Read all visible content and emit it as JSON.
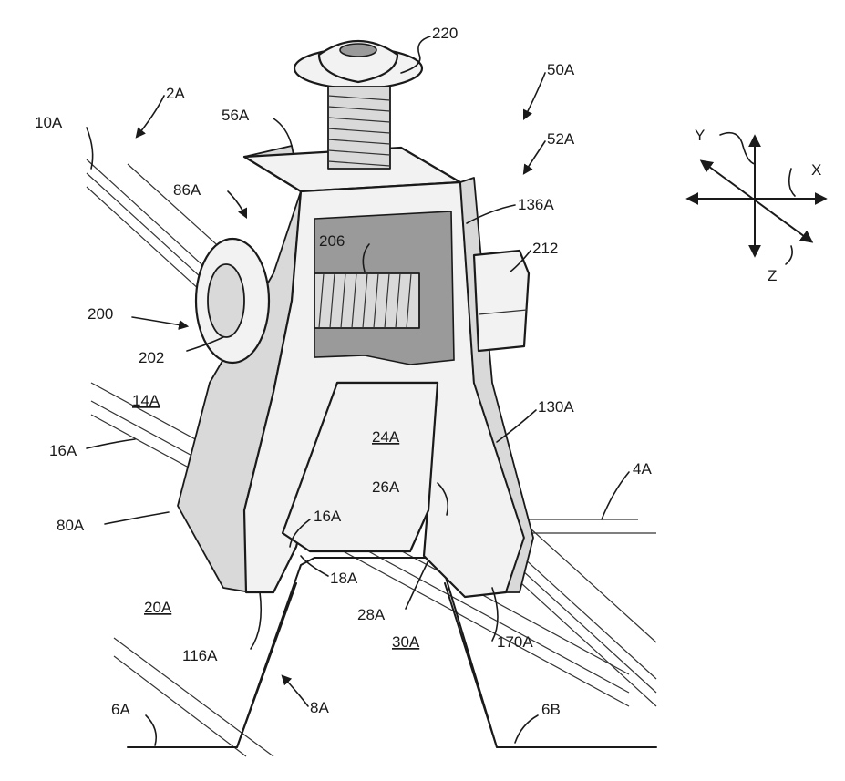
{
  "labels": {
    "l220": "220",
    "l50A": "50A",
    "l52A": "52A",
    "l2A": "2A",
    "l10A": "10A",
    "l56A": "56A",
    "l86A": "86A",
    "l136A": "136A",
    "l206": "206",
    "l212": "212",
    "l200": "200",
    "l202": "202",
    "l14A": "14A",
    "l130A": "130A",
    "l16A_left": "16A",
    "l24A": "24A",
    "l26A": "26A",
    "l4A": "4A",
    "l80A": "80A",
    "l16A_inner": "16A",
    "l18A": "18A",
    "l28A": "28A",
    "l20A": "20A",
    "l116A": "116A",
    "l30A": "30A",
    "l170A": "170A",
    "l8A": "8A",
    "l6A": "6A",
    "l6B": "6B"
  },
  "axes": {
    "x": "X",
    "y": "Y",
    "z": "Z"
  }
}
